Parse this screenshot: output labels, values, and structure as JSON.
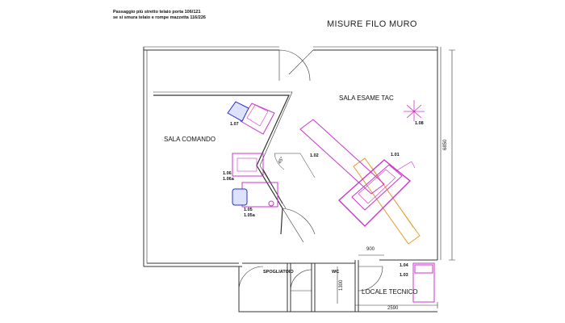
{
  "notes": {
    "line1": "Passaggio più stretto telaio porta 106/121",
    "line2": "se si smura telaio e rompe mazzetta 116/226"
  },
  "title": "MISURE  FILO MURO",
  "rooms": {
    "sala_esame": "SALA ESAME TAC",
    "sala_comando": "SALA COMANDO",
    "spogliatoio": "SPOGLIATOIO",
    "wc": "WC",
    "locale_tecnico": "LOCALE TECNICO"
  },
  "items": {
    "i101": "1.01",
    "i102": "1.02",
    "i103": "1.03",
    "i104": "1.04",
    "i105": "1.05",
    "i105a": "1.05a",
    "i106": "1.06",
    "i106a": "1.06a",
    "i107": "1.07",
    "i108": "1.08"
  },
  "dimensions": {
    "height": "6850",
    "width": "2590",
    "door": "900",
    "wc_height": "1300",
    "angle": "45°"
  },
  "colors": {
    "wall": "#333333",
    "equipment": "#cc33cc",
    "table": "#e69a2e",
    "chair": "#2233cc"
  }
}
